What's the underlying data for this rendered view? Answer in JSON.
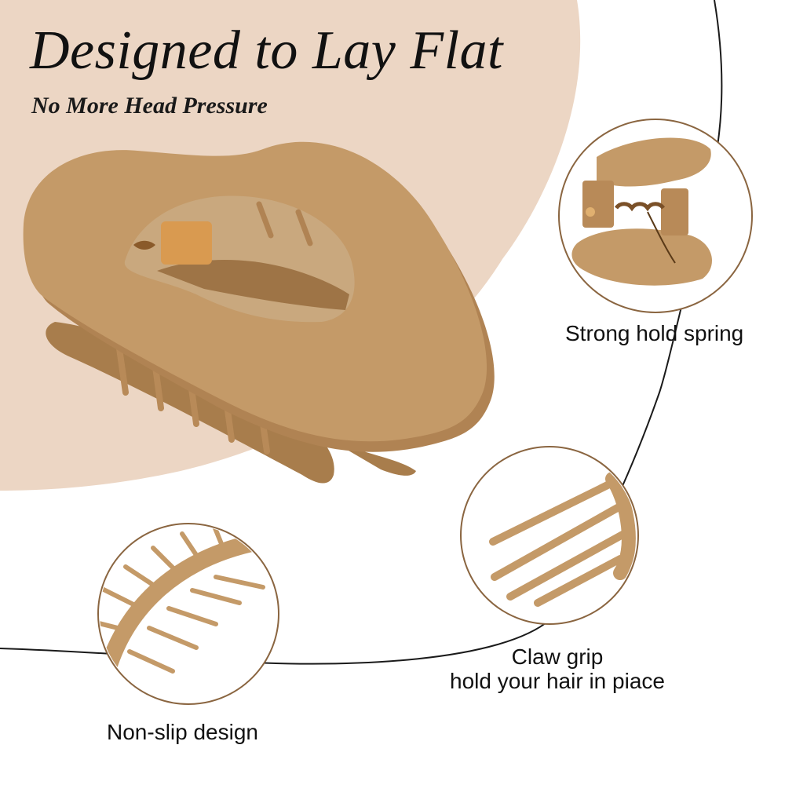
{
  "headline": "Designed to Lay Flat",
  "subheadline": "No More Head Pressure",
  "callouts": {
    "spring": {
      "label": "Strong hold spring"
    },
    "claw": {
      "line1": "Claw grip",
      "line2": "hold your hair in piace"
    },
    "nonslip": {
      "label": "Non-slip design"
    }
  },
  "colors": {
    "background_blob": "#ecd6c4",
    "clip_body": "#c49a68",
    "clip_shadow": "#a87d4c",
    "clip_hinge": "#d99a50",
    "circle_outline": "#8a6540",
    "connector_line": "#1a1a1a"
  }
}
